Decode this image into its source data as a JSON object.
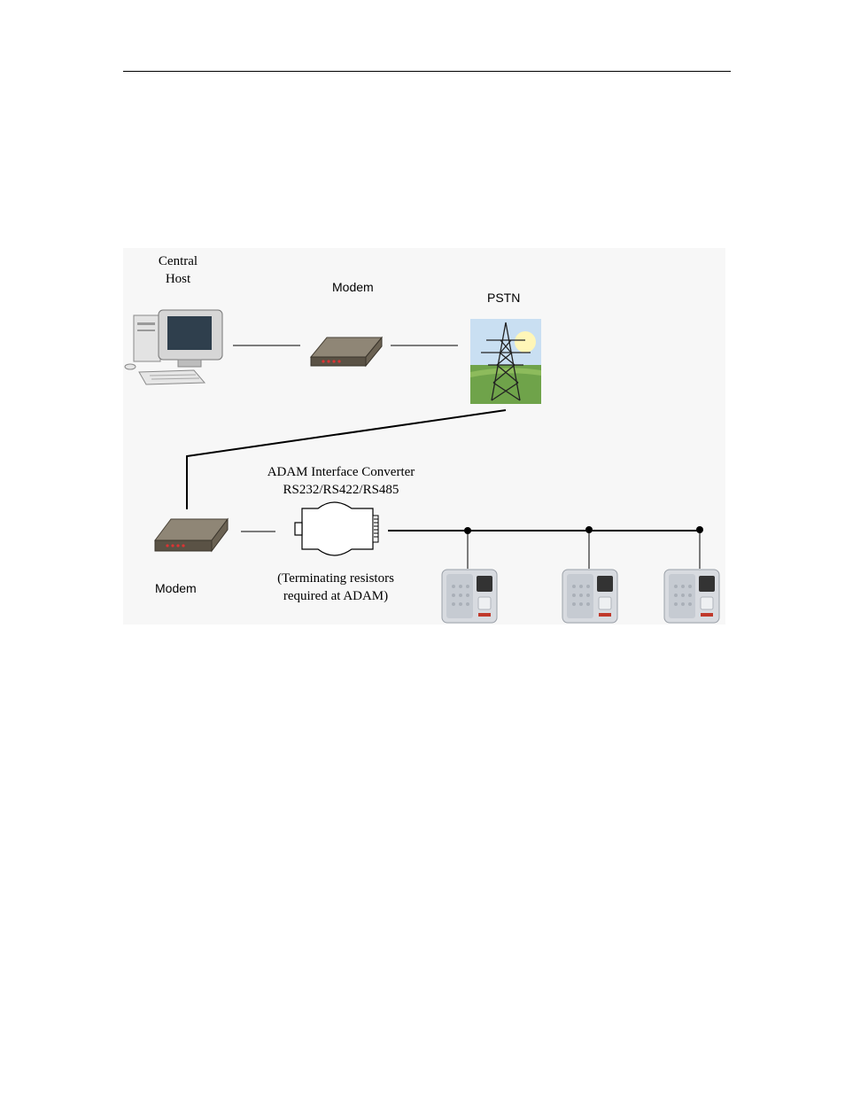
{
  "diagram": {
    "labels": {
      "central_host": "Central\nHost",
      "modem_top": "Modem",
      "pstn": "PSTN",
      "converter_title": "ADAM Interface Converter",
      "converter_subtitle": "RS232/RS422/RS485",
      "modem_bottom": "Modem",
      "resistor_note_1": "(Terminating resistors",
      "resistor_note_2": "required at ADAM)"
    },
    "icons": {
      "computer": "desktop-computer-icon",
      "modem": "modem-icon",
      "pstn": "power-tower-icon",
      "converter": "interface-converter-icon",
      "terminal": "fingerprint-terminal-icon"
    },
    "terminal_count": 3
  }
}
